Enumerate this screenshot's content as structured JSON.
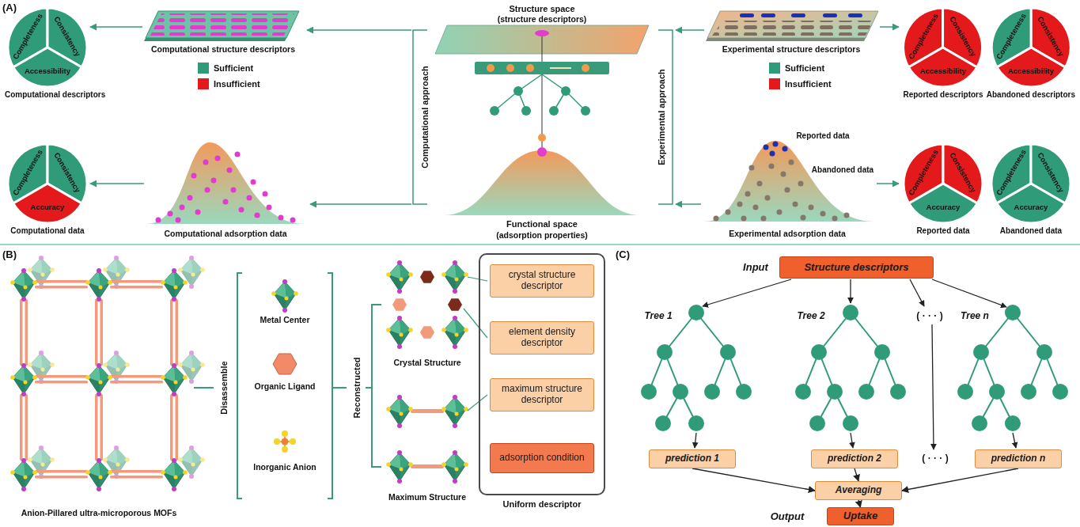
{
  "diagram": {
    "nodes": [
      {
        "text": [
          "Completeness",
          "Consistency",
          "Accessibility",
          "Computational descriptors"
        ]
      },
      {
        "text": [
          "Completeness",
          "Consistency",
          "Accessibility",
          "Reported descriptors"
        ]
      },
      {
        "text": [
          "Completeness",
          "Consistency",
          "Accessibility",
          "Abandoned descriptors"
        ]
      },
      {
        "text": [
          "Completeness",
          "Consistency",
          "Accuracy",
          "Computational data"
        ]
      },
      {
        "text": [
          "Completeness",
          "Consistency",
          "Accuracy",
          "Reported data"
        ]
      },
      {
        "text": [
          "Completeness",
          "Consistency",
          "Accuracy",
          "Abandoned data"
        ]
      },
      {
        "text": [
          "Uniform descriptor"
        ]
      },
      {
        "text": [
          "crystal structure descriptor"
        ],
        "in": 6
      },
      {
        "text": [
          "element density descriptor"
        ],
        "in": 6
      },
      {
        "text": [
          "maximum structure descriptor"
        ],
        "in": 6
      },
      {
        "text": [
          "adsorption condition"
        ],
        "in": 6
      },
      {
        "text": [
          "Structure descriptors"
        ]
      },
      {
        "text": [
          "prediction 1"
        ]
      },
      {
        "text": [
          "prediction 2"
        ]
      },
      {
        "text": [
          "prediction n"
        ]
      },
      {
        "text": [
          "Averaging"
        ]
      },
      {
        "text": [
          "Uptake"
        ]
      }
    ],
    "edges": [
      {
        "from": 12,
        "to": 15,
        "arrow": "to"
      },
      {
        "from": 13,
        "to": 15,
        "arrow": "to"
      },
      {
        "from": 14,
        "to": 15,
        "arrow": "to"
      },
      {
        "from": 15,
        "to": 16,
        "arrow": "to"
      }
    ],
    "labels": [
      "(A)",
      "Computational structure descriptors",
      "Computational adsorption data",
      "Structure space",
      "(structure descriptors)",
      "Computational approach",
      "Experimental approach",
      "Functional space",
      "(adsorption properties)",
      "Experimental structure descriptors",
      "Reported data",
      "Abandoned data",
      "Experimental adsorption data",
      "(B)",
      "Anion-Pillared ultra-microporous MOFs",
      "Disassemble",
      "Metal Center",
      "Organic Ligand",
      "Inorganic Anion",
      "Reconstructed",
      "Crystal Structure",
      "Maximum Structure",
      "(C)",
      "Input",
      "Tree 1",
      "Tree 2",
      "( · · · )",
      "Tree n",
      "( · · · )",
      "Output"
    ],
    "legend": [
      {
        "text": "Sufficient",
        "color": "#2f9b78"
      },
      {
        "text": "Insufficient",
        "color": "#e3191c"
      },
      {
        "text": "Sufficient",
        "color": "#2f9b78"
      },
      {
        "text": "Insufficient",
        "color": "#e3191c"
      }
    ]
  }
}
